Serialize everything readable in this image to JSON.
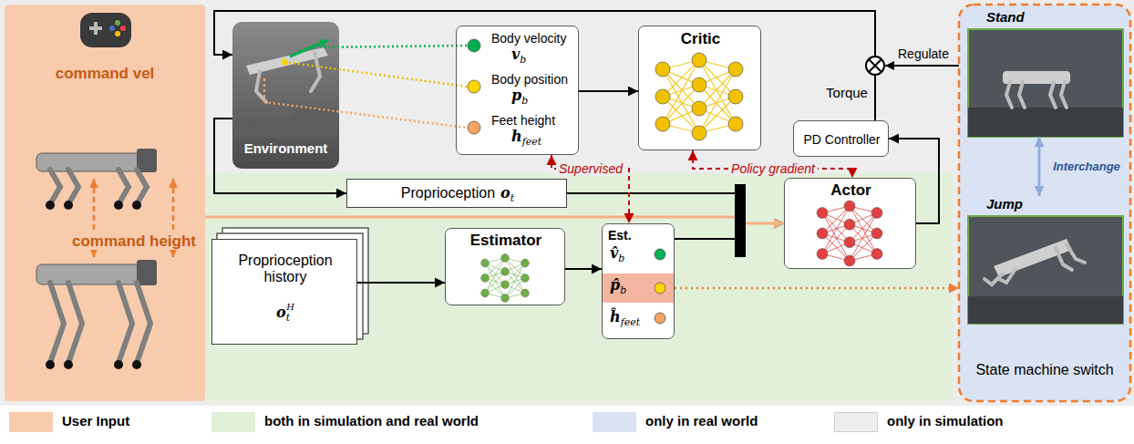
{
  "diagram": {
    "nodes": [
      {
        "text": [
          "command vel",
          "command height"
        ]
      },
      {
        "text": [
          "Environment"
        ]
      },
      {
        "text": [
          "Body velocity",
          "v",
          "b",
          "Body position",
          "p",
          "b",
          "Feet height",
          "h",
          "feet"
        ]
      },
      {
        "text": [
          "Critic"
        ]
      },
      {
        "text": [
          "PD Controller"
        ]
      },
      {
        "text": [
          "Proprioception",
          "o",
          "t"
        ]
      },
      {
        "text": [
          "Proprioception history",
          "o",
          "t",
          "H"
        ]
      },
      {
        "text": [
          "Estimator"
        ]
      },
      {
        "text": [
          "Est.",
          "v̂",
          "b",
          "p̂",
          "b",
          "ĥ",
          "feet"
        ]
      },
      {
        "text": [
          "Actor"
        ]
      },
      {
        "text": [
          "State machine switch"
        ]
      },
      {
        "text": [
          "Stand"
        ],
        "in": 10
      },
      {
        "text": [
          "Jump"
        ],
        "in": 10
      }
    ],
    "edges": [
      {
        "from": 2,
        "to": 3,
        "arrow": "to"
      },
      {
        "from": 4,
        "to": 1,
        "arrow": "to",
        "label": "Torque"
      },
      {
        "from": 1,
        "to": 5,
        "arrow": "to"
      },
      {
        "from": 5,
        "to": 9,
        "arrow": "to"
      },
      {
        "from": 6,
        "to": 7,
        "arrow": "to"
      },
      {
        "from": 7,
        "to": 8,
        "arrow": "to"
      },
      {
        "from": 8,
        "to": 9,
        "arrow": "to"
      },
      {
        "from": 0,
        "to": 9,
        "arrow": "to"
      },
      {
        "from": 2,
        "to": 8,
        "arrow": "both",
        "label": "Supervised"
      },
      {
        "from": 3,
        "to": 9,
        "arrow": "both",
        "label": "Policy gradient"
      },
      {
        "from": 9,
        "to": 4,
        "arrow": "to"
      },
      {
        "from": 8,
        "to": 10,
        "arrow": "to"
      },
      {
        "from": 11,
        "to": 12,
        "arrow": "both",
        "label": "Interchange"
      }
    ],
    "labels": [
      "Regulate"
    ],
    "legend": [
      {
        "text": "User Input",
        "color": "#f8cbad"
      },
      {
        "text": "both in simulation and real world",
        "color": "#e2f0d9"
      },
      {
        "text": "only in real world",
        "color": "#dae3f3"
      },
      {
        "text": "only in simulation",
        "color": "#ededed"
      }
    ]
  }
}
